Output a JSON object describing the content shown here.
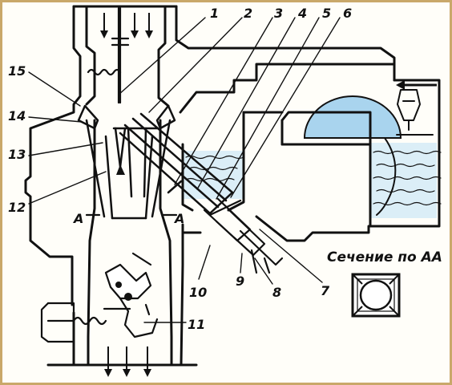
{
  "labels": {
    "l1": "1",
    "l2": "2",
    "l3": "3",
    "l4": "4",
    "l5": "5",
    "l6": "6",
    "l7": "7",
    "l8": "8",
    "l9": "9",
    "l10": "10",
    "l11": "11",
    "l12": "12",
    "l13": "13",
    "l14": "14",
    "l15": "15",
    "sectionA_left": "A",
    "sectionA_right": "A"
  },
  "caption": "Сечение по АА",
  "colors": {
    "fuel": "#dbeef7",
    "float": "#a9d4ee",
    "ink": "#111111",
    "border": "#c9a86a"
  }
}
